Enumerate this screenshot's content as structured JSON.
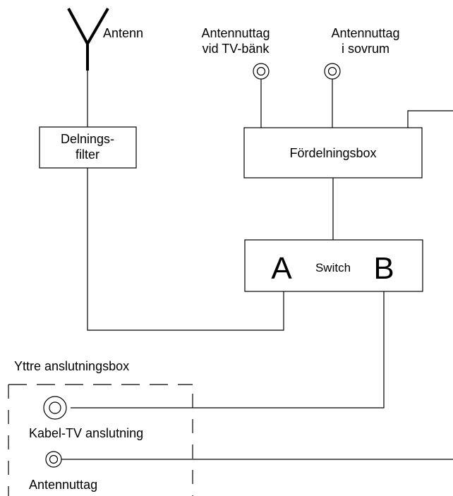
{
  "antenna": {
    "label": "Antenn"
  },
  "splitter": {
    "line1": "Delnings-",
    "line2": "filter"
  },
  "outlet_tv_bench": {
    "line1": "Antennuttag",
    "line2": "vid TV-bänk"
  },
  "outlet_bedroom": {
    "line1": "Antennuttag",
    "line2": "i sovrum"
  },
  "distribution_box": {
    "label": "Fördelningsbox"
  },
  "switch_box": {
    "label": "Switch",
    "port_a": "A",
    "port_b": "B"
  },
  "outer_box": {
    "title": "Yttre anslutningsbox",
    "cable_tv_label": "Kabel-TV anslutning",
    "antenna_outlet_label": "Antennuttag"
  }
}
